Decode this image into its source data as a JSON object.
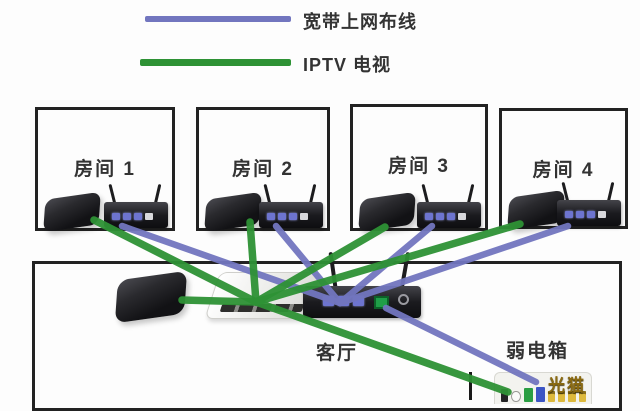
{
  "legend": {
    "broadband": {
      "label": "宽带上网布线",
      "color": "#7276bf"
    },
    "iptv": {
      "label": "IPTV 电视",
      "color": "#2e9235"
    }
  },
  "rooms": [
    {
      "id": "room-1",
      "label": "房间 1"
    },
    {
      "id": "room-2",
      "label": "房间 2"
    },
    {
      "id": "room-3",
      "label": "房间 3"
    },
    {
      "id": "room-4",
      "label": "房间 4"
    }
  ],
  "living_room": {
    "label": "客厅"
  },
  "weak_current_box": {
    "label": "弱电箱"
  },
  "modem": {
    "label": "光猫"
  },
  "connections": {
    "broadband": [
      {
        "from": "room-1-router",
        "to": "living-router"
      },
      {
        "from": "room-2-router",
        "to": "living-router"
      },
      {
        "from": "room-3-router",
        "to": "living-router"
      },
      {
        "from": "room-4-router",
        "to": "living-router"
      },
      {
        "from": "living-router",
        "to": "modem"
      }
    ],
    "iptv": [
      {
        "from": "iptv-hub",
        "to": "room-1-stb"
      },
      {
        "from": "iptv-hub",
        "to": "room-2-stb"
      },
      {
        "from": "iptv-hub",
        "to": "room-3-stb"
      },
      {
        "from": "iptv-hub",
        "to": "room-4-stb"
      },
      {
        "from": "iptv-hub",
        "to": "living-stb"
      },
      {
        "from": "iptv-hub",
        "to": "modem"
      }
    ]
  }
}
